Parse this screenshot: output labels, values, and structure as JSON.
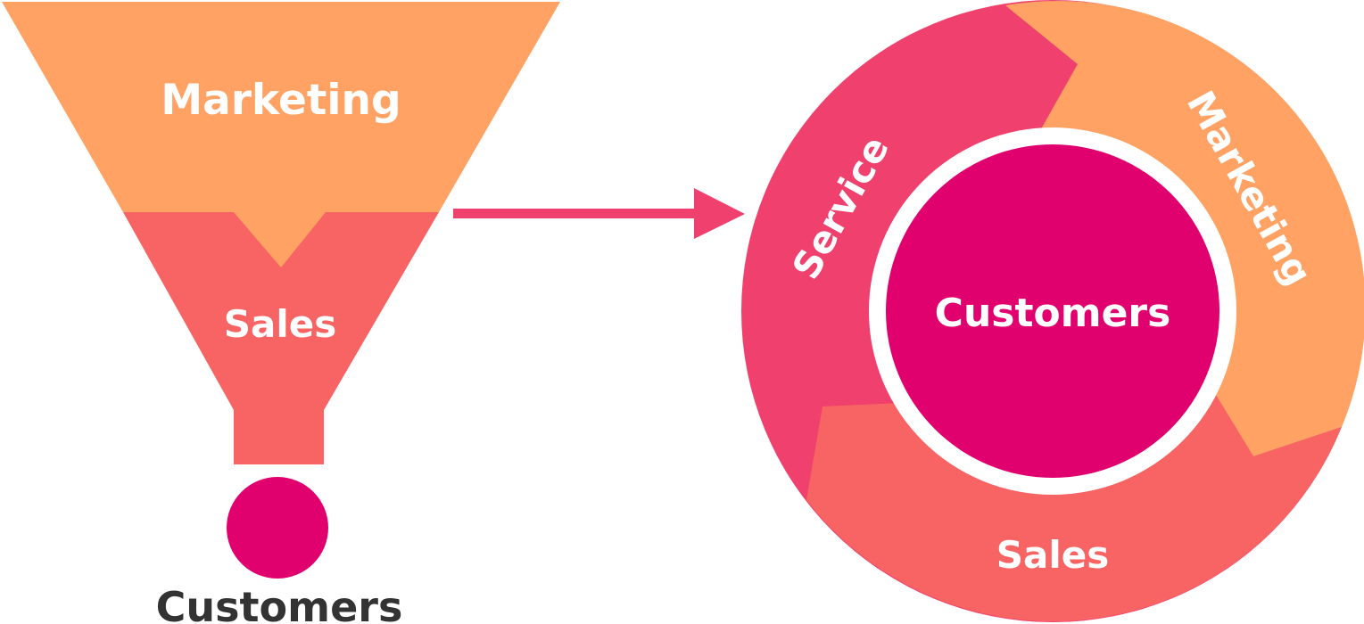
{
  "funnel": {
    "top_label": "Marketing",
    "middle_label": "Sales",
    "output_label": "Customers"
  },
  "flywheel": {
    "center_label": "Customers",
    "segments": {
      "service": "Service",
      "marketing": "Marketing",
      "sales": "Sales"
    }
  },
  "colors": {
    "marketing": "#FFA263",
    "sales": "#F86464",
    "service": "#F0416E",
    "customers": "#E0006E",
    "dark_text": "#333333",
    "light_text": "#FFFFFF"
  }
}
